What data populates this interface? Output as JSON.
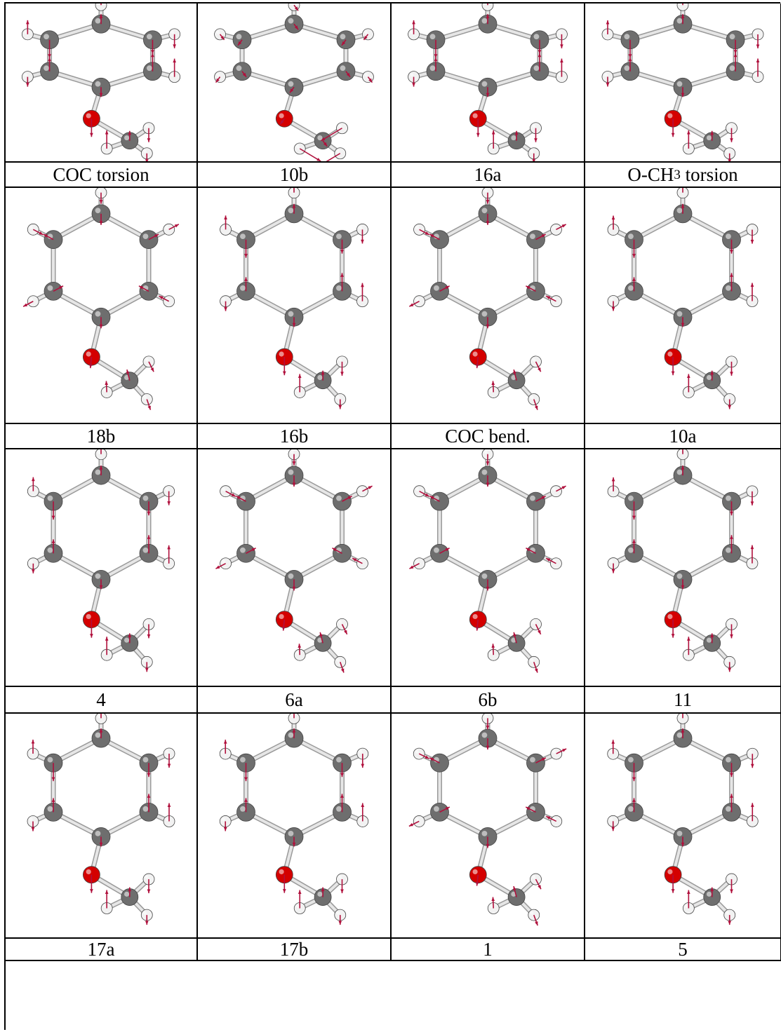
{
  "modes": [
    {
      "label": "COC torsion",
      "label_parts": [
        "COC torsion"
      ],
      "arrows": "oop"
    },
    {
      "label": "10b",
      "label_parts": [
        "10b"
      ],
      "arrows": "methyl"
    },
    {
      "label": "16a",
      "label_parts": [
        "16a"
      ],
      "arrows": "oop"
    },
    {
      "label": "O-CH3 torsion",
      "label_parts": [
        "O-CH",
        "3",
        " torsion"
      ],
      "arrows": "oop"
    },
    {
      "label": "18b",
      "label_parts": [
        "18b"
      ],
      "arrows": "inplane"
    },
    {
      "label": "16b",
      "label_parts": [
        "16b"
      ],
      "arrows": "oop"
    },
    {
      "label": "COC bend.",
      "label_parts": [
        "COC bend."
      ],
      "arrows": "inplane"
    },
    {
      "label": "10a",
      "label_parts": [
        "10a"
      ],
      "arrows": "oop"
    },
    {
      "label": "4",
      "label_parts": [
        "4"
      ],
      "arrows": "oop"
    },
    {
      "label": "6a",
      "label_parts": [
        "6a"
      ],
      "arrows": "inplane"
    },
    {
      "label": "6b",
      "label_parts": [
        "6b"
      ],
      "arrows": "inplane"
    },
    {
      "label": "11",
      "label_parts": [
        "11"
      ],
      "arrows": "oop"
    },
    {
      "label": "17a",
      "label_parts": [
        "17a"
      ],
      "arrows": "oop"
    },
    {
      "label": "17b",
      "label_parts": [
        "17b"
      ],
      "arrows": "oop"
    },
    {
      "label": "1",
      "label_parts": [
        "1"
      ],
      "arrows": "inplane"
    },
    {
      "label": "5",
      "label_parts": [
        "5"
      ],
      "arrows": "oop"
    }
  ],
  "colors": {
    "carbon": "#6e6e6e",
    "oxygen": "#d40000",
    "hydrogen": "#f2f2f2",
    "bond": "#e6e6e6",
    "arrow": "#b0103c"
  }
}
